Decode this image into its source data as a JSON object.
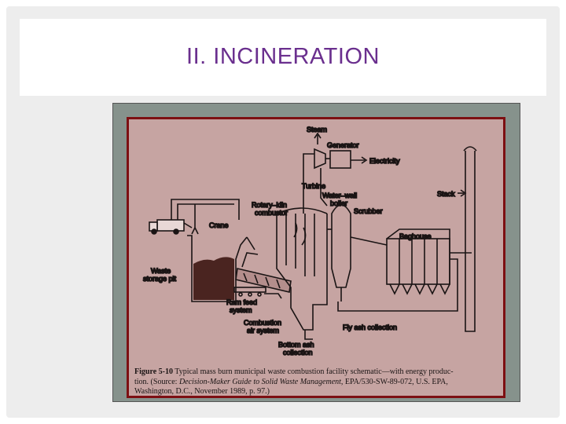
{
  "slide": {
    "title": "II. INCINERATION"
  },
  "diagram": {
    "labels": {
      "steam": "Steam",
      "generator": "Generator",
      "electricity": "Electricity",
      "turbine": "Turbine",
      "water_wall_1": "Water–wall",
      "water_wall_2": "boiler",
      "stack": "Stack",
      "rotary_1": "Rotary–kiln",
      "rotary_2": "combustor",
      "scrubber": "Scrubber",
      "crane": "Crane",
      "baghouse": "Baghouse",
      "waste_1": "Waste",
      "waste_2": "storage pit",
      "ram_1": "Ram feed",
      "ram_2": "system",
      "comb_air_1": "Combustion",
      "comb_air_2": "air system",
      "fly_ash": "Fly ash collection",
      "bottom_ash_1": "Bottom ash",
      "bottom_ash_2": "collection"
    },
    "caption": {
      "fig_label": "Figure 5-10",
      "line1_rest": " Typical mass burn municipal waste combustion facility schematic—with energy produc-",
      "line2_pre": "tion. (Source: ",
      "line2_italic": "Decision-Maker Guide to Solid Waste Management",
      "line2_post": ", EPA/530-SW-89-072, U.S. EPA,",
      "line3": "Washington, D.C., November 1989, p. 97.)"
    }
  },
  "colors": {
    "title": "#6a2f8e",
    "diagram_bg": "#c6a4a2",
    "diagram_border": "#7d0f12",
    "outer_mat": "#86928c",
    "ink": "#1a1414"
  }
}
